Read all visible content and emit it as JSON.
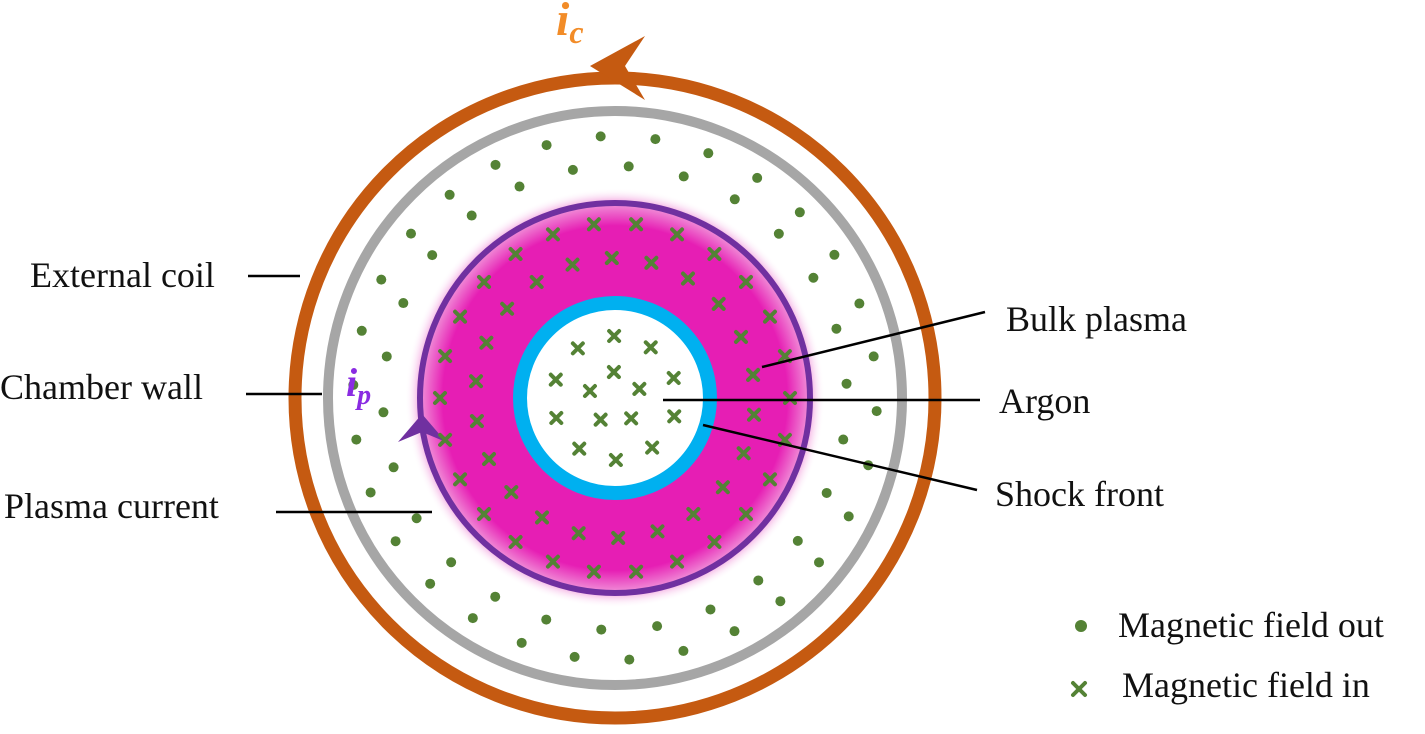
{
  "labels": {
    "external_coil": "External coil",
    "chamber_wall": "Chamber wall",
    "plasma_current": "Plasma current",
    "bulk_plasma": "Bulk plasma",
    "argon": "Argon",
    "shock_front": "Shock front"
  },
  "currents": {
    "coil": {
      "symbol": "i",
      "subscript": "c"
    },
    "plasma": {
      "symbol": "i",
      "subscript": "p"
    }
  },
  "legend": {
    "field_out": "Magnetic field out",
    "field_in": "Magnetic field in"
  },
  "colors": {
    "coil": "#c55a11",
    "coil_label": "#f28c28",
    "chamber_wall": "#a6a6a6",
    "plasma": "#e61eb4",
    "plasma_current_ring": "#7030a0",
    "plasma_current_label": "#8a2be2",
    "shock_front": "#00b0f0",
    "field_marker": "#548235"
  }
}
